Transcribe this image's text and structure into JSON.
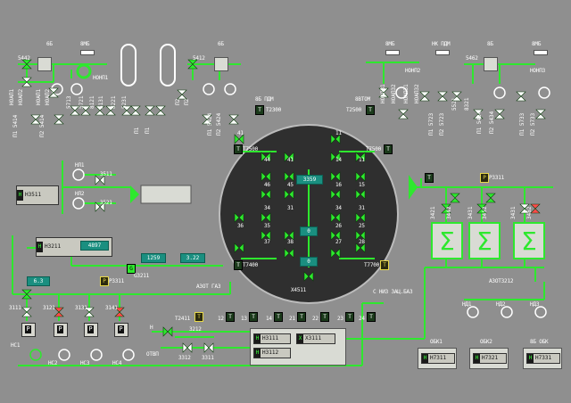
{
  "colors": {
    "background": "#8f8f8f",
    "pipe": "#2ee82e",
    "valve_open": "#2ee82e",
    "valve_closed": "#ff4a4a",
    "value_box": "#1a8f80",
    "vessel": "#2f2f2f",
    "white_panel": "#d9dbd4"
  },
  "top_left": {
    "label_6b_1": "6Б",
    "label_6b_2": "6Б",
    "label_8ms": "8МБ",
    "tag_5442": "5442",
    "tag_5412": "5412",
    "pump_label": "НОНП1",
    "vertical_labels": [
      "НОАП1",
      "НОАП2",
      "НОАП1",
      "НОАП2",
      "П1 5414",
      "П2 5414",
      "5713",
      "5721",
      "8121",
      "5131",
      "8221",
      "5231",
      "П1",
      "П1",
      "П2",
      "П2",
      "П1 5424",
      "П2 5424"
    ]
  },
  "top_right": {
    "label_8mv_1": "8МБ",
    "label_nk_pdm": "НК ПДМ",
    "label_8b": "8Б",
    "label_8mv_2": "8МБ",
    "tag_5462": "5462",
    "pump_label_1": "НОНП2",
    "pump_label_2": "НОНП3",
    "vertical_labels": [
      "НОАП31",
      "НОАП32",
      "НОАП31",
      "НОАП32",
      "П1 5723",
      "П2 5723",
      "5521",
      "8321",
      "П1 5434",
      "П2 5434",
      "П1 5733",
      "П2 5733"
    ]
  },
  "vessel": {
    "label_left": "8Б ПДМ",
    "label_right": "8ВТОМ",
    "tag_left": "T2300",
    "tag_right": "T2500",
    "t_left_top": "T7500",
    "t_right_top": "T7500",
    "t_left_bottom": "T7400",
    "t_right_bottom": "T7700",
    "center_value": "3359",
    "bottom_tag": "X4511",
    "mid_value_1": "0",
    "mid_value_2": "0",
    "valve_numbers": [
      "41",
      "11",
      "44",
      "41",
      "14",
      "11",
      "46",
      "45",
      "16",
      "15",
      "34",
      "31",
      "34",
      "31",
      "36",
      "35",
      "26",
      "25",
      "37",
      "38",
      "27",
      "28"
    ]
  },
  "left_mid": {
    "nl1": "НЛ1",
    "nl2": "НЛ2",
    "tag_3511": "3511",
    "tag_3521": "3521",
    "h3511": "Н3511"
  },
  "left_lower": {
    "h3211": "Н3211",
    "value_4897": "4897",
    "value_1259": "1259",
    "value_322": "3.22",
    "value_63": "6.3",
    "g3211": "G3211",
    "p3311": "P3311",
    "gas_label": "АЗОТ ГАЗ"
  },
  "pumps": {
    "nc1": "НС1",
    "nc2": "НС2",
    "nc3": "НС3",
    "nc4": "НС4",
    "tags": [
      "3111",
      "3121",
      "3131",
      "3141"
    ]
  },
  "bottom_center": {
    "t2411": "T2411",
    "tags": [
      "12",
      "13",
      "14",
      "21",
      "22",
      "23",
      "24"
    ],
    "h_label": "Н",
    "tag_3212": "3212",
    "tag_3312": "3312",
    "tag_3311": "3311",
    "label_bottom": "ОТВП",
    "h3111": "Н3111",
    "h3112": "Н3112",
    "x3111": "X3111",
    "out_label": "С НИЗ ЗАЦ.БАЗ"
  },
  "right_side": {
    "p3311": "P3311",
    "tags": [
      "3421",
      "3442",
      "3431",
      "3452",
      "3431",
      "3462"
    ],
    "out_label": "АЗОТ3212",
    "nd1": "НД1",
    "nd2": "НД2",
    "nd3": "НД3"
  },
  "bottom_right": {
    "label_1": "ОБК1",
    "label_2": "ОБК2",
    "label_3": "8Б ОБК",
    "h7311": "Н7311",
    "h7321": "Н7321",
    "h7331": "Н7331"
  }
}
